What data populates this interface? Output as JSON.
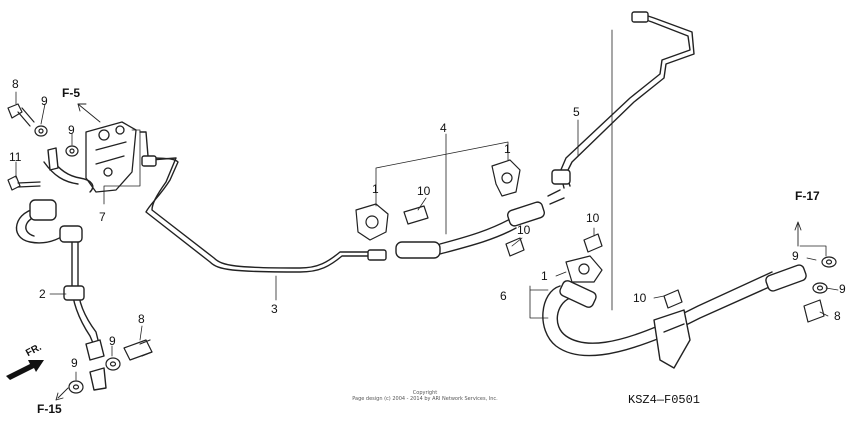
{
  "part_numbers": {
    "n1a": "1",
    "n1b": "1",
    "n1c": "1",
    "n2": "2",
    "n3": "3",
    "n4": "4",
    "n5": "5",
    "n6": "6",
    "n7": "7",
    "n8a": "8",
    "n8b": "8",
    "n8c": "8",
    "n9a": "9",
    "n9b": "9",
    "n9c": "9",
    "n9d": "9",
    "n9e": "9",
    "n9f": "9",
    "n10a": "10",
    "n10b": "10",
    "n10c": "10",
    "n10d": "10",
    "n11": "11"
  },
  "references": {
    "f5": "F-5",
    "f15": "F-15",
    "f17": "F-17"
  },
  "direction_label": "FR.",
  "copyright": {
    "line1": "Copyright",
    "line2": "Page design (c) 2004 - 2014 by ARI Network Services, Inc."
  },
  "diagram_code": "KSZ4—F0501"
}
